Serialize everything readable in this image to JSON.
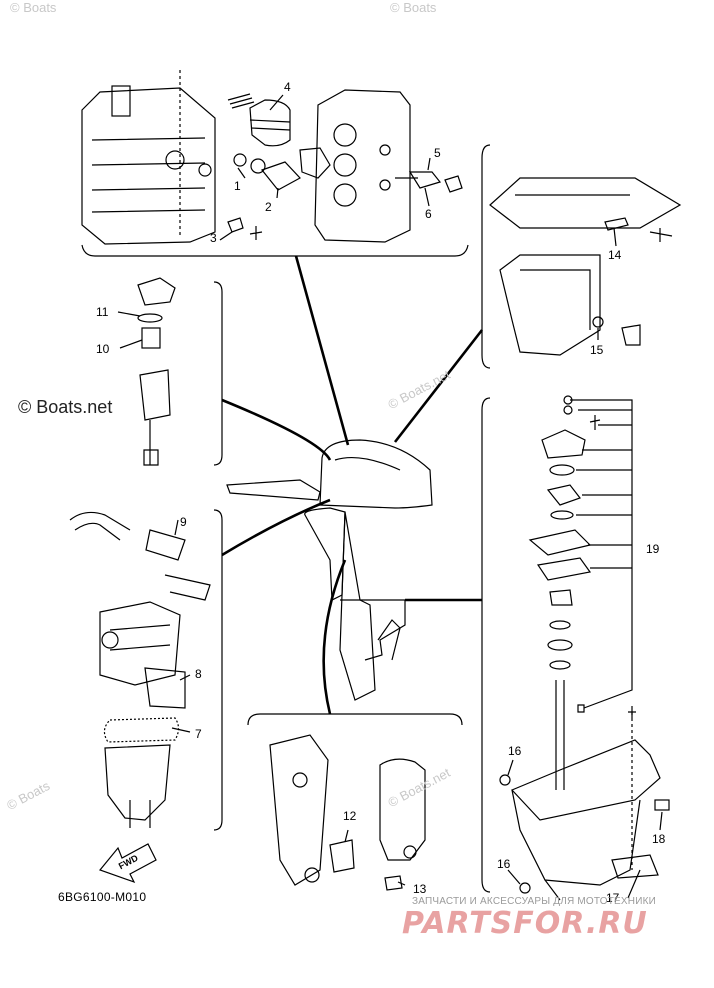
{
  "watermarks": {
    "top_left": "© Boats",
    "top_mid": "© Boats",
    "main": "© Boats.net",
    "mid_right": "© Boats.net",
    "lower_left": "© Boats",
    "lower_mid": "© Boats.net"
  },
  "callouts": {
    "c1": "1",
    "c2": "2",
    "c3": "3",
    "c4": "4",
    "c5": "5",
    "c6": "6",
    "c7": "7",
    "c8": "8",
    "c9": "9",
    "c10": "10",
    "c11": "11",
    "c12": "12",
    "c13": "13",
    "c14": "14",
    "c15": "15",
    "c16a": "16",
    "c16b": "16",
    "c17": "17",
    "c18": "18",
    "c19": "19"
  },
  "diagram_code": "6BG6100-M010",
  "fwd_label": "FWD",
  "footer": {
    "tagline": "ЗАПЧАСТИ И АКСЕССУАРЫ ДЛЯ МОТОТЕХНИКИ",
    "brand": "PARTSFOR.RU"
  },
  "colors": {
    "ink": "#000000",
    "watermark": "#c8c8c8",
    "brand": "#e8a2a2"
  }
}
